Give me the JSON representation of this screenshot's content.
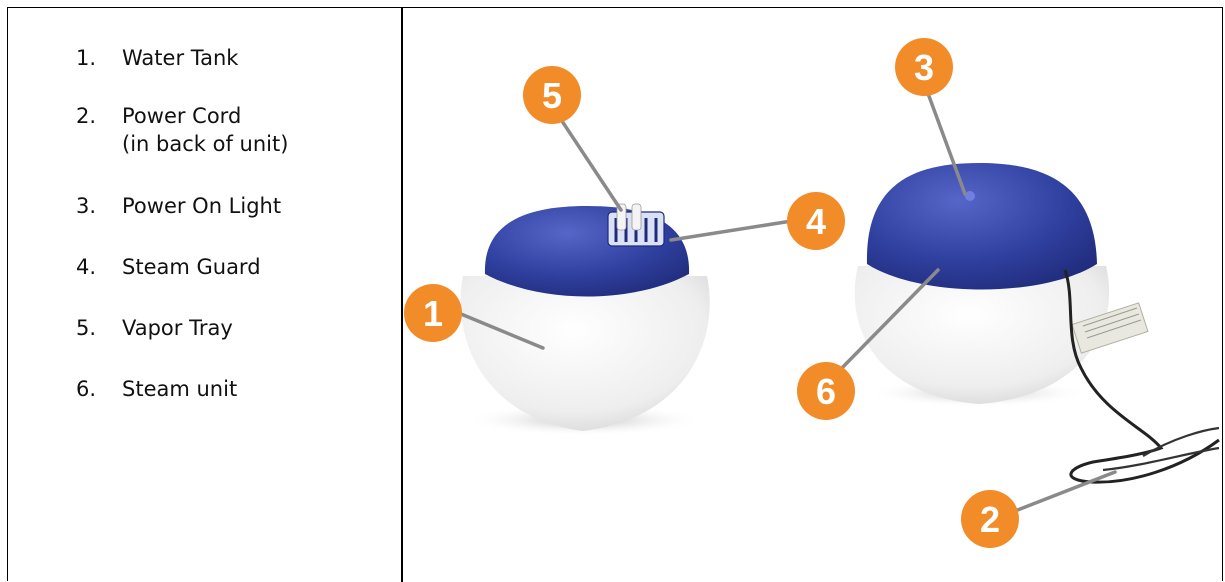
{
  "parts": [
    {
      "number": "1.",
      "label": "Water Tank"
    },
    {
      "number": "2.",
      "label": "Power Cord\n(in back of unit)"
    },
    {
      "number": "3.",
      "label": "Power On Light"
    },
    {
      "number": "4.",
      "label": "Steam Guard"
    },
    {
      "number": "5.",
      "label": "Vapor Tray"
    },
    {
      "number": "6.",
      "label": "Steam unit"
    }
  ],
  "callouts": {
    "c1": "1",
    "c2": "2",
    "c3": "3",
    "c4": "4",
    "c5": "5",
    "c6": "6"
  },
  "colors": {
    "callout": "#f28c28",
    "lid": "#2f3f9e",
    "body": "#f2f2f2",
    "leader": "#8a8a8a"
  }
}
